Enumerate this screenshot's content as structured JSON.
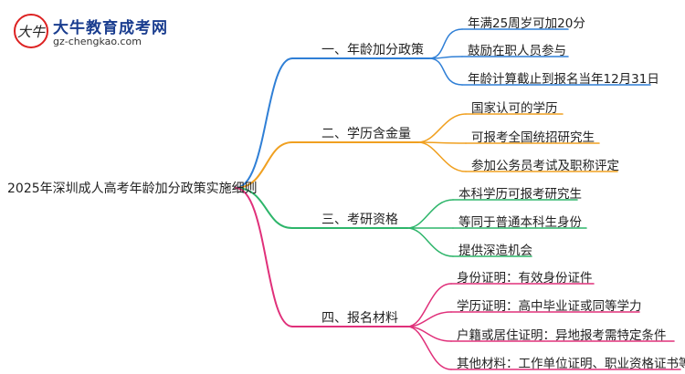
{
  "logo": {
    "title": "大牛教育成考网",
    "url": "gz-chengkao.com",
    "mark_text": "大牛"
  },
  "root": "2025年深圳成人高考年龄加分政策实施细则",
  "branches": [
    {
      "label": "一、年龄加分政策",
      "color": "#2f7fd6",
      "leaves": [
        "年满25周岁可加20分",
        "鼓励在职人员参与",
        "年龄计算截止到报名当年12月31日"
      ]
    },
    {
      "label": "二、学历含金量",
      "color": "#f0a020",
      "leaves": [
        "国家认可的学历",
        "可报考全国统招研究生",
        "参加公务员考试及职称评定"
      ]
    },
    {
      "label": "三、考研资格",
      "color": "#2db56a",
      "leaves": [
        "本科学历可报考研究生",
        "等同于普通本科生身份",
        "提供深造机会"
      ]
    },
    {
      "label": "四、报名材料",
      "color": "#e0307a",
      "leaves": [
        "身份证明：有效身份证件",
        "学历证明：高中毕业证或同等学力",
        "户籍或居住证明：异地报考需特定条件",
        "其他材料：工作单位证明、职业资格证书等"
      ]
    }
  ]
}
